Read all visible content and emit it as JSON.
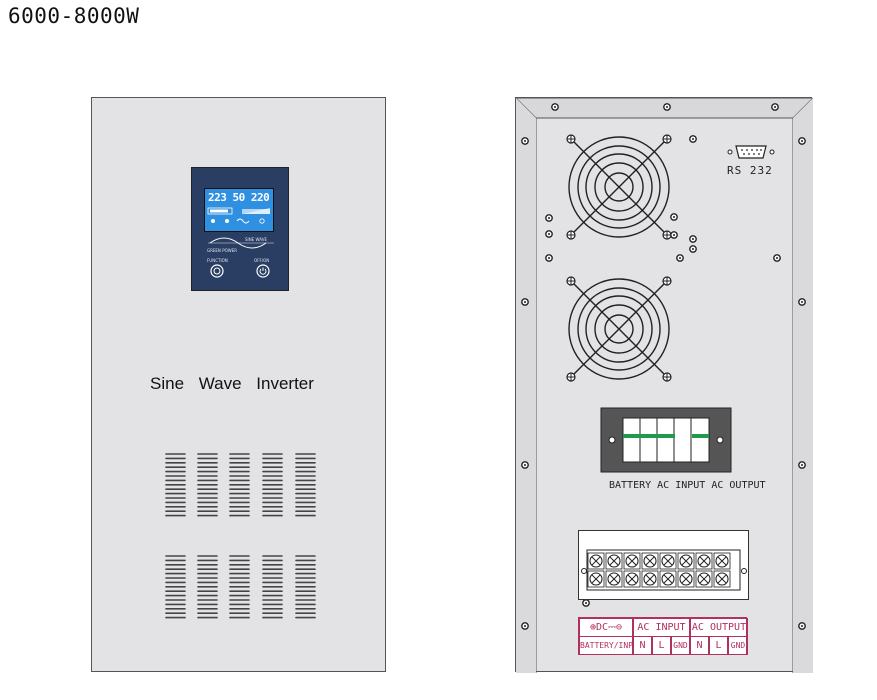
{
  "heading": "6000-8000W",
  "front": {
    "model_text": "Sine Wave Inverter",
    "lcd": {
      "readings": "223 50 220"
    },
    "panel_labels": {
      "left": "GREEN POWER",
      "right": "SINE WAVE"
    },
    "buttons": {
      "function_label": "FUNCTION",
      "power_label": "OFF/ON"
    }
  },
  "rear": {
    "rs232_label": "RS 232",
    "breaker_label": "BATTERY AC INPUT AC OUTPUT",
    "legend": {
      "dc_label": "DC",
      "battery_input": "BATTERY/INPUT",
      "ac_input": "AC INPUT",
      "ac_output": "AC OUTPUT",
      "n": "N",
      "l": "L",
      "gnd": "GND"
    }
  },
  "colors": {
    "panel": "#e3e3e5",
    "display_body": "#2a3d63",
    "lcd": "#2f8fe0",
    "legend": "#b03060",
    "breaker_stripe": "#1e9a4a"
  }
}
